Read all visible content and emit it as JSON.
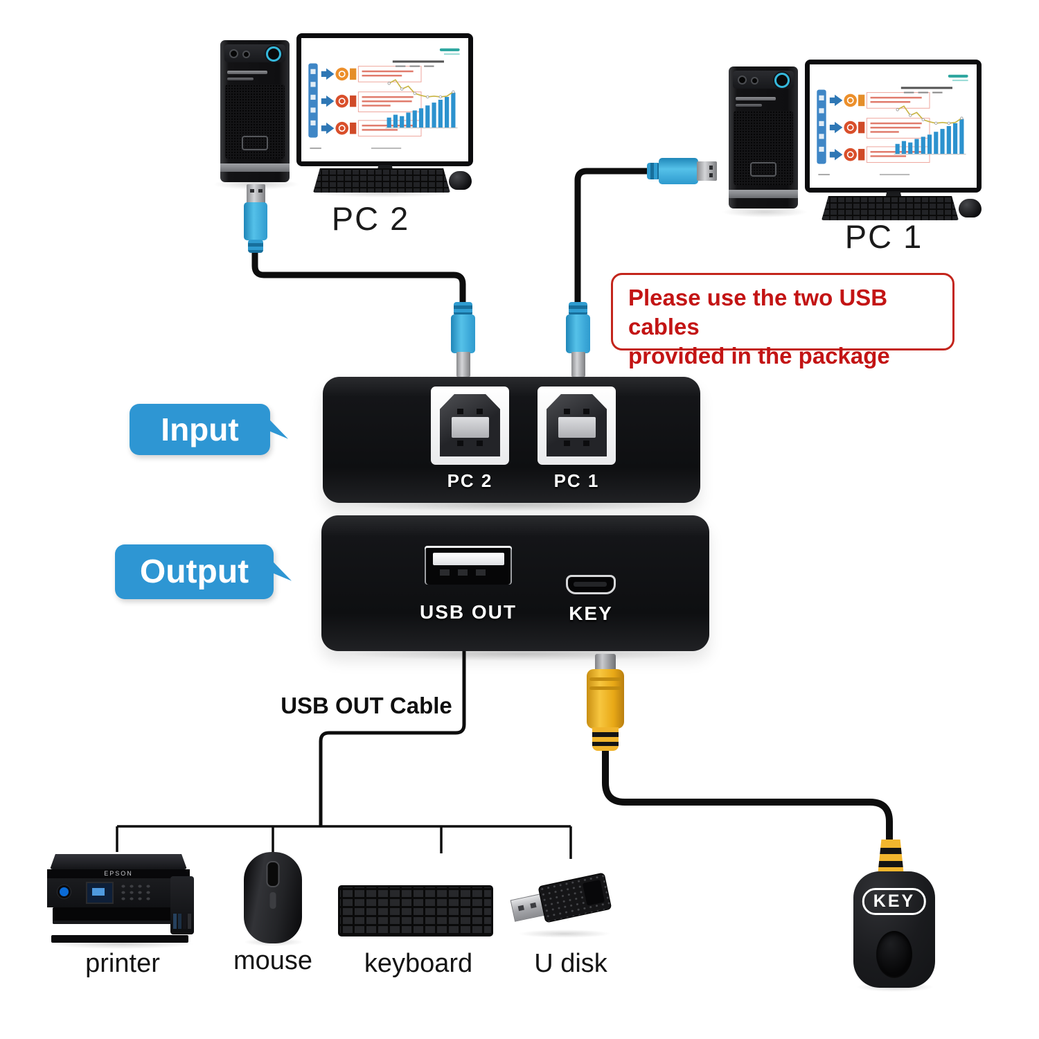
{
  "computers": {
    "pc2_label": "PC 2",
    "pc1_label": "PC 1"
  },
  "note": {
    "line1": "Please use the two USB cables",
    "line2": "provided in the package"
  },
  "bubbles": {
    "input": "Input",
    "output": "Output"
  },
  "switch_ports": {
    "pc2": "PC 2",
    "pc1": "PC 1",
    "usb_out": "USB OUT",
    "key": "KEY"
  },
  "cable_label": "USB OUT Cable",
  "peripherals": {
    "printer": "printer",
    "mouse": "mouse",
    "keyboard": "keyboard",
    "udisk": "U disk"
  },
  "key_remote_badge": "KEY",
  "printer_brand": "EPSON",
  "colors": {
    "bubble_blue": "#2E96D3",
    "note_red": "#C31414",
    "usb_cable_blue": "#3BA7DB",
    "connector_yellow": "#F0B42C"
  }
}
